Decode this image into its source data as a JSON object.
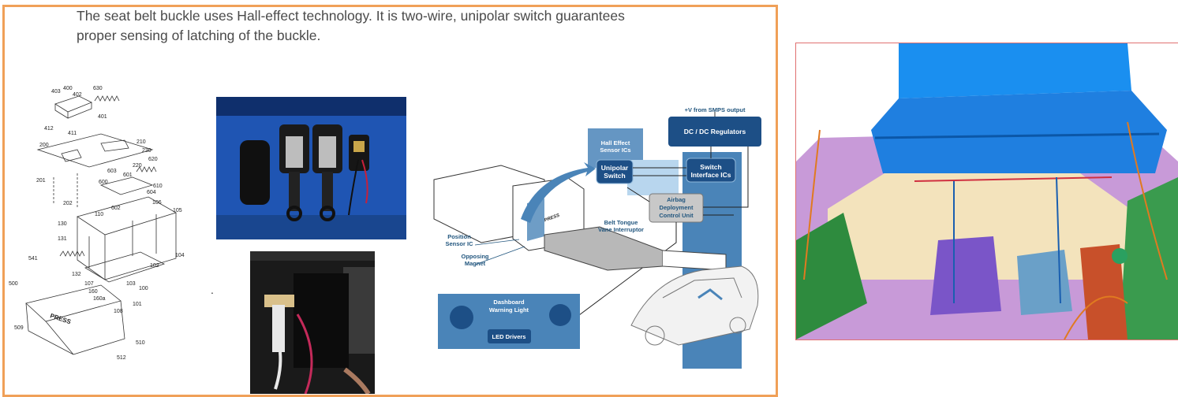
{
  "caption": {
    "line1": "The seat belt buckle uses Hall-effect technology. It is two-wire, unipolar switch  guarantees",
    "line2": "proper sensing of latching of the buckle."
  },
  "stray_dot": ".",
  "patent_drawing": {
    "labels": [
      "403",
      "400",
      "402",
      "630",
      "412",
      "411",
      "401",
      "210",
      "200",
      "230",
      "620",
      "220",
      "201",
      "603",
      "601",
      "610",
      "600",
      "604",
      "202",
      "602",
      "106",
      "105",
      "110",
      "130",
      "131",
      "541",
      "102",
      "104",
      "132",
      "107",
      "160",
      "160a",
      "103",
      "100",
      "101",
      "108",
      "500",
      "509",
      "510",
      "512"
    ],
    "press_text": "PRESS"
  },
  "diagram": {
    "supply_label": "+V from SMPS output",
    "dc_regulators": "DC / DC Regulators",
    "hall_title_1": "Hall Effect",
    "hall_title_2": "Sensor ICs",
    "unipolar_1": "Unipolar",
    "unipolar_2": "Switch",
    "switch_if_1": "Switch",
    "switch_if_2": "Interface ICs",
    "airbag_1": "Airbag",
    "airbag_2": "Deployment",
    "airbag_3": "Control Unit",
    "belt_tongue_1": "Belt Tongue",
    "belt_tongue_2": "Vane Interruptor",
    "position_1": "Position",
    "position_2": "Sensor IC",
    "opposing_1": "Opposing",
    "opposing_2": "Magnet",
    "dashboard_1": "Dashboard",
    "dashboard_2": "Warning Light",
    "led_drivers": "LED Drivers",
    "press": "PRESS"
  },
  "colors": {
    "frame_border": "#f0a058",
    "diagram_dark_blue": "#1d4f86",
    "diagram_mid_blue": "#4a84b8",
    "diagram_light_blue": "#b8d6ee",
    "caption_text": "#4a4a4a"
  }
}
